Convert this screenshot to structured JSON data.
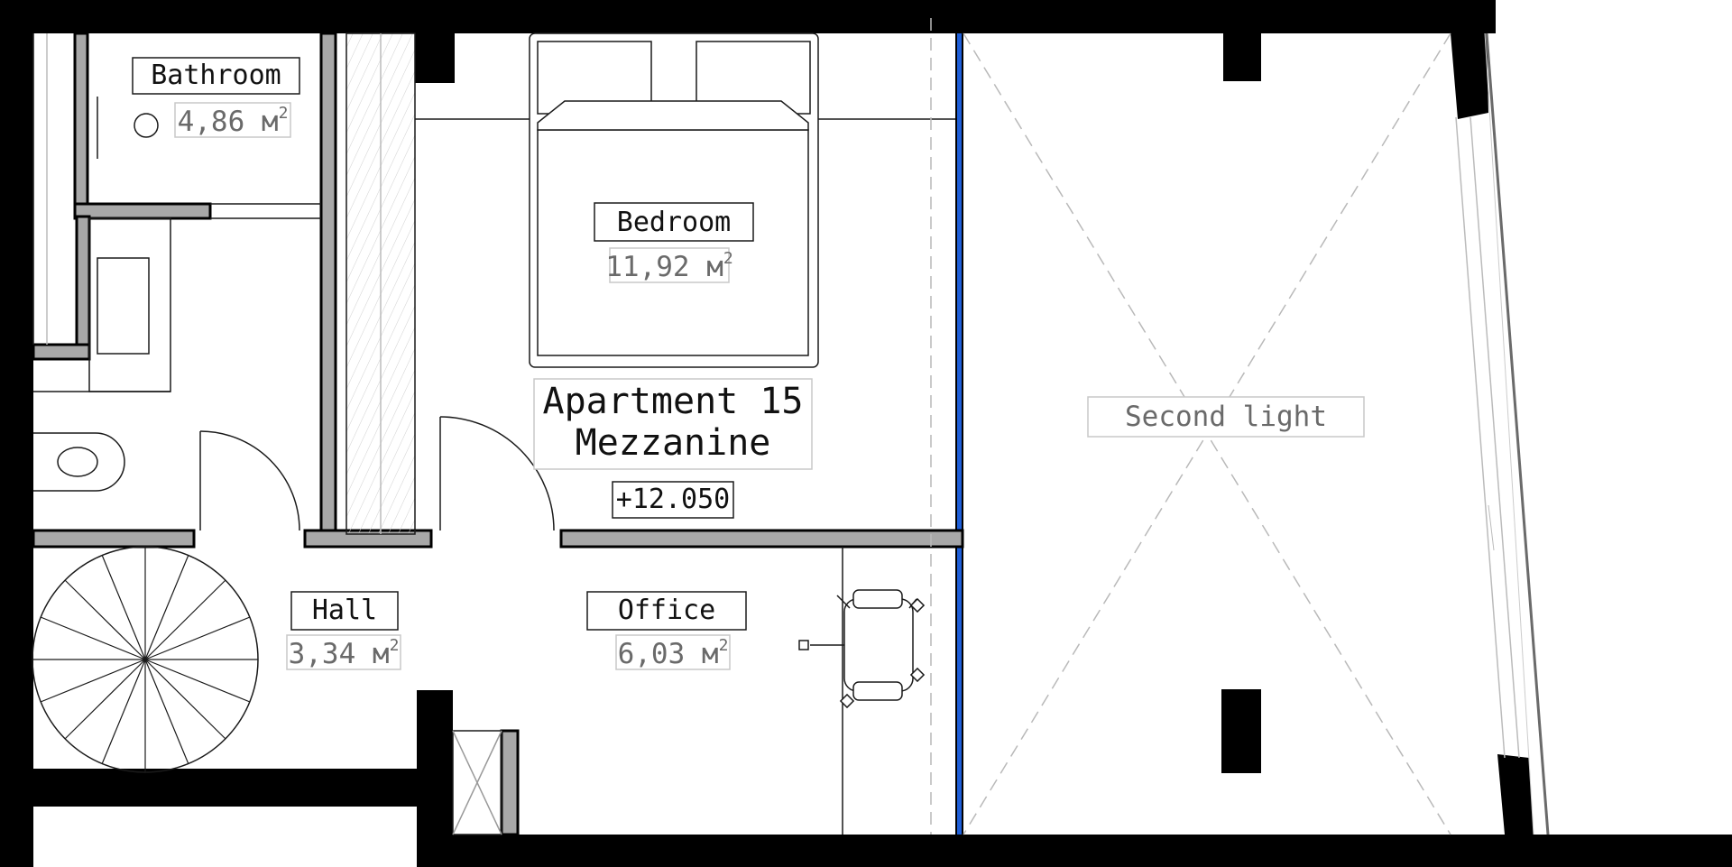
{
  "plan": {
    "title_line1": "Apartment 15",
    "title_line2": "Mezzanine",
    "level_mark": "+12.050",
    "area_unit": "м",
    "area_exponent": "2",
    "rooms": {
      "bathroom": {
        "name": "Bathroom",
        "area": "4,86"
      },
      "bedroom": {
        "name": "Bedroom",
        "area": "11,92"
      },
      "hall": {
        "name": "Hall",
        "area": "3,34"
      },
      "office": {
        "name": "Office",
        "area": "6,03"
      },
      "second_light": {
        "name": "Second light"
      }
    },
    "colors": {
      "wall": "#000000",
      "partition_fill": "#a8a8a8",
      "line": "#1a1a1a",
      "light_line": "#b9b9b9",
      "glass": "#1f5fd8",
      "label_text": "#111111",
      "area_text": "#6a6a6a"
    }
  }
}
